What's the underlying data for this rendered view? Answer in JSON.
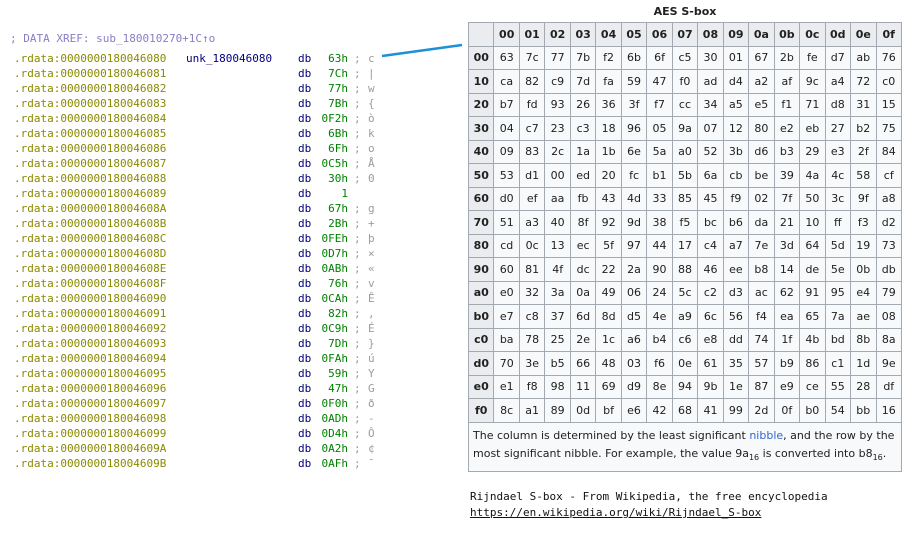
{
  "listing": {
    "xref": "; DATA XREF: sub_180010270+1C↑o",
    "label": "unk_180046080",
    "keyword": "db",
    "rows": [
      {
        "addr": ".rdata:0000000180046080",
        "val": "63h",
        "semi": ";",
        "chr": "c"
      },
      {
        "addr": ".rdata:0000000180046081",
        "val": "7Ch",
        "semi": ";",
        "chr": "|"
      },
      {
        "addr": ".rdata:0000000180046082",
        "val": "77h",
        "semi": ";",
        "chr": "w"
      },
      {
        "addr": ".rdata:0000000180046083",
        "val": "7Bh",
        "semi": ";",
        "chr": "{"
      },
      {
        "addr": ".rdata:0000000180046084",
        "val": "0F2h",
        "semi": ";",
        "chr": "ò"
      },
      {
        "addr": ".rdata:0000000180046085",
        "val": "6Bh",
        "semi": ";",
        "chr": "k"
      },
      {
        "addr": ".rdata:0000000180046086",
        "val": "6Fh",
        "semi": ";",
        "chr": "o"
      },
      {
        "addr": ".rdata:0000000180046087",
        "val": "0C5h",
        "semi": ";",
        "chr": "Å"
      },
      {
        "addr": ".rdata:0000000180046088",
        "val": "30h",
        "semi": ";",
        "chr": "0"
      },
      {
        "addr": ".rdata:0000000180046089",
        "val": "1",
        "semi": "",
        "chr": ""
      },
      {
        "addr": ".rdata:000000018004608A",
        "val": "67h",
        "semi": ";",
        "chr": "g"
      },
      {
        "addr": ".rdata:000000018004608B",
        "val": "2Bh",
        "semi": ";",
        "chr": "+"
      },
      {
        "addr": ".rdata:000000018004608C",
        "val": "0FEh",
        "semi": ";",
        "chr": "þ"
      },
      {
        "addr": ".rdata:000000018004608D",
        "val": "0D7h",
        "semi": ";",
        "chr": "×"
      },
      {
        "addr": ".rdata:000000018004608E",
        "val": "0ABh",
        "semi": ";",
        "chr": "«"
      },
      {
        "addr": ".rdata:000000018004608F",
        "val": "76h",
        "semi": ";",
        "chr": "v"
      },
      {
        "addr": ".rdata:0000000180046090",
        "val": "0CAh",
        "semi": ";",
        "chr": "Ê"
      },
      {
        "addr": ".rdata:0000000180046091",
        "val": "82h",
        "semi": ";",
        "chr": ","
      },
      {
        "addr": ".rdata:0000000180046092",
        "val": "0C9h",
        "semi": ";",
        "chr": "É"
      },
      {
        "addr": ".rdata:0000000180046093",
        "val": "7Dh",
        "semi": ";",
        "chr": "}"
      },
      {
        "addr": ".rdata:0000000180046094",
        "val": "0FAh",
        "semi": ";",
        "chr": "ú"
      },
      {
        "addr": ".rdata:0000000180046095",
        "val": "59h",
        "semi": ";",
        "chr": "Y"
      },
      {
        "addr": ".rdata:0000000180046096",
        "val": "47h",
        "semi": ";",
        "chr": "G"
      },
      {
        "addr": ".rdata:0000000180046097",
        "val": "0F0h",
        "semi": ";",
        "chr": "ð"
      },
      {
        "addr": ".rdata:0000000180046098",
        "val": "0ADh",
        "semi": ";",
        "chr": "-"
      },
      {
        "addr": ".rdata:0000000180046099",
        "val": "0D4h",
        "semi": ";",
        "chr": "Ô"
      },
      {
        "addr": ".rdata:000000018004609A",
        "val": "0A2h",
        "semi": ";",
        "chr": "¢"
      },
      {
        "addr": ".rdata:000000018004609B",
        "val": "0AFh",
        "semi": ";",
        "chr": "¯"
      }
    ]
  },
  "sbox": {
    "caption": "AES S-box",
    "cols": [
      "00",
      "01",
      "02",
      "03",
      "04",
      "05",
      "06",
      "07",
      "08",
      "09",
      "0a",
      "0b",
      "0c",
      "0d",
      "0e",
      "0f"
    ],
    "rows": [
      {
        "label": "00",
        "cells": [
          "63",
          "7c",
          "77",
          "7b",
          "f2",
          "6b",
          "6f",
          "c5",
          "30",
          "01",
          "67",
          "2b",
          "fe",
          "d7",
          "ab",
          "76"
        ]
      },
      {
        "label": "10",
        "cells": [
          "ca",
          "82",
          "c9",
          "7d",
          "fa",
          "59",
          "47",
          "f0",
          "ad",
          "d4",
          "a2",
          "af",
          "9c",
          "a4",
          "72",
          "c0"
        ]
      },
      {
        "label": "20",
        "cells": [
          "b7",
          "fd",
          "93",
          "26",
          "36",
          "3f",
          "f7",
          "cc",
          "34",
          "a5",
          "e5",
          "f1",
          "71",
          "d8",
          "31",
          "15"
        ]
      },
      {
        "label": "30",
        "cells": [
          "04",
          "c7",
          "23",
          "c3",
          "18",
          "96",
          "05",
          "9a",
          "07",
          "12",
          "80",
          "e2",
          "eb",
          "27",
          "b2",
          "75"
        ]
      },
      {
        "label": "40",
        "cells": [
          "09",
          "83",
          "2c",
          "1a",
          "1b",
          "6e",
          "5a",
          "a0",
          "52",
          "3b",
          "d6",
          "b3",
          "29",
          "e3",
          "2f",
          "84"
        ]
      },
      {
        "label": "50",
        "cells": [
          "53",
          "d1",
          "00",
          "ed",
          "20",
          "fc",
          "b1",
          "5b",
          "6a",
          "cb",
          "be",
          "39",
          "4a",
          "4c",
          "58",
          "cf"
        ]
      },
      {
        "label": "60",
        "cells": [
          "d0",
          "ef",
          "aa",
          "fb",
          "43",
          "4d",
          "33",
          "85",
          "45",
          "f9",
          "02",
          "7f",
          "50",
          "3c",
          "9f",
          "a8"
        ]
      },
      {
        "label": "70",
        "cells": [
          "51",
          "a3",
          "40",
          "8f",
          "92",
          "9d",
          "38",
          "f5",
          "bc",
          "b6",
          "da",
          "21",
          "10",
          "ff",
          "f3",
          "d2"
        ]
      },
      {
        "label": "80",
        "cells": [
          "cd",
          "0c",
          "13",
          "ec",
          "5f",
          "97",
          "44",
          "17",
          "c4",
          "a7",
          "7e",
          "3d",
          "64",
          "5d",
          "19",
          "73"
        ]
      },
      {
        "label": "90",
        "cells": [
          "60",
          "81",
          "4f",
          "dc",
          "22",
          "2a",
          "90",
          "88",
          "46",
          "ee",
          "b8",
          "14",
          "de",
          "5e",
          "0b",
          "db"
        ]
      },
      {
        "label": "a0",
        "cells": [
          "e0",
          "32",
          "3a",
          "0a",
          "49",
          "06",
          "24",
          "5c",
          "c2",
          "d3",
          "ac",
          "62",
          "91",
          "95",
          "e4",
          "79"
        ]
      },
      {
        "label": "b0",
        "cells": [
          "e7",
          "c8",
          "37",
          "6d",
          "8d",
          "d5",
          "4e",
          "a9",
          "6c",
          "56",
          "f4",
          "ea",
          "65",
          "7a",
          "ae",
          "08"
        ]
      },
      {
        "label": "c0",
        "cells": [
          "ba",
          "78",
          "25",
          "2e",
          "1c",
          "a6",
          "b4",
          "c6",
          "e8",
          "dd",
          "74",
          "1f",
          "4b",
          "bd",
          "8b",
          "8a"
        ]
      },
      {
        "label": "d0",
        "cells": [
          "70",
          "3e",
          "b5",
          "66",
          "48",
          "03",
          "f6",
          "0e",
          "61",
          "35",
          "57",
          "b9",
          "86",
          "c1",
          "1d",
          "9e"
        ]
      },
      {
        "label": "e0",
        "cells": [
          "e1",
          "f8",
          "98",
          "11",
          "69",
          "d9",
          "8e",
          "94",
          "9b",
          "1e",
          "87",
          "e9",
          "ce",
          "55",
          "28",
          "df"
        ]
      },
      {
        "label": "f0",
        "cells": [
          "8c",
          "a1",
          "89",
          "0d",
          "bf",
          "e6",
          "42",
          "68",
          "41",
          "99",
          "2d",
          "0f",
          "b0",
          "54",
          "bb",
          "16"
        ]
      }
    ],
    "note": {
      "part1": "The column is determined by the least significant ",
      "link": "nibble",
      "part2": ", and the row by the most significant nibble. For example, the value 9a",
      "sub1": "16",
      "part3": " is converted into b8",
      "sub2": "16",
      "part4": "."
    }
  },
  "citation": {
    "line1": "Rijndael S-box - From Wikipedia, the free encyclopedia",
    "url": "https://en.wikipedia.org/wiki/Rijndael_S-box"
  },
  "colors": {
    "connector": "#1e90d6",
    "address": "#8a8a00",
    "value": "#008000",
    "label": "#00007f",
    "link": "#3366cc"
  }
}
